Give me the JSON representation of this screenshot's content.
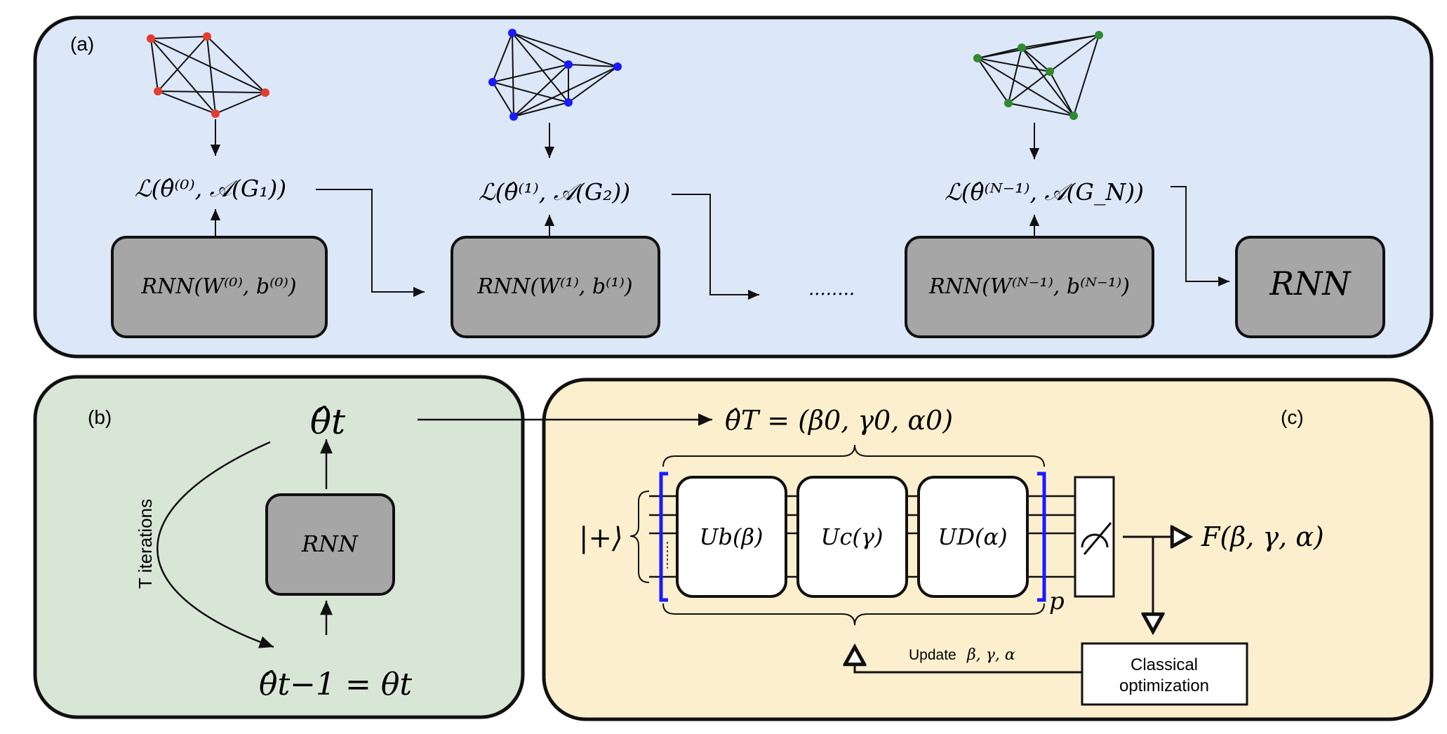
{
  "panels": {
    "a": {
      "label": "(a)",
      "losses": [
        "ℒ(θ̂⁽⁰⁾, 𝒜(G₁))",
        "ℒ(θ̂⁽¹⁾, 𝒜(G₂))",
        "ℒ(θ̂⁽ᴺ⁻¹⁾, 𝒜(G_N))"
      ],
      "rnns": [
        "RNN(W⁽⁰⁾, b⁽⁰⁾)",
        "RNN(W⁽¹⁾, b⁽¹⁾)",
        "RNN(W⁽ᴺ⁻¹⁾, b⁽ᴺ⁻¹⁾)"
      ],
      "final_rnn": "RNN",
      "ellipsis": "........",
      "graph_colors": [
        "#e63b2e",
        "#1a1aff",
        "#2e8b2e"
      ]
    },
    "b": {
      "label": "(b)",
      "theta_t": "θ̂t",
      "theta_prev": "θ̂t−1 = θt",
      "rnn": "RNN",
      "iterations": "T iterations"
    },
    "c": {
      "label": "(c)",
      "theta_T": "θ̂T = (β0, γ0, α0)",
      "ket": "|+⟩",
      "gates": [
        "Ub(β)",
        "Uc(γ)",
        "UD(α)"
      ],
      "p": "p",
      "output": "F(β, γ, α)",
      "update": "Update",
      "update_params": "β, γ, α",
      "optimizer_line1": "Classical",
      "optimizer_line2": "optimization"
    }
  },
  "colors": {
    "panel_a_bg": "#dce7f8",
    "panel_b_bg": "#d8e6d6",
    "panel_c_bg": "#fbefce",
    "rnn_box": "#a6a6a6",
    "bracket": "#1a1aff"
  }
}
